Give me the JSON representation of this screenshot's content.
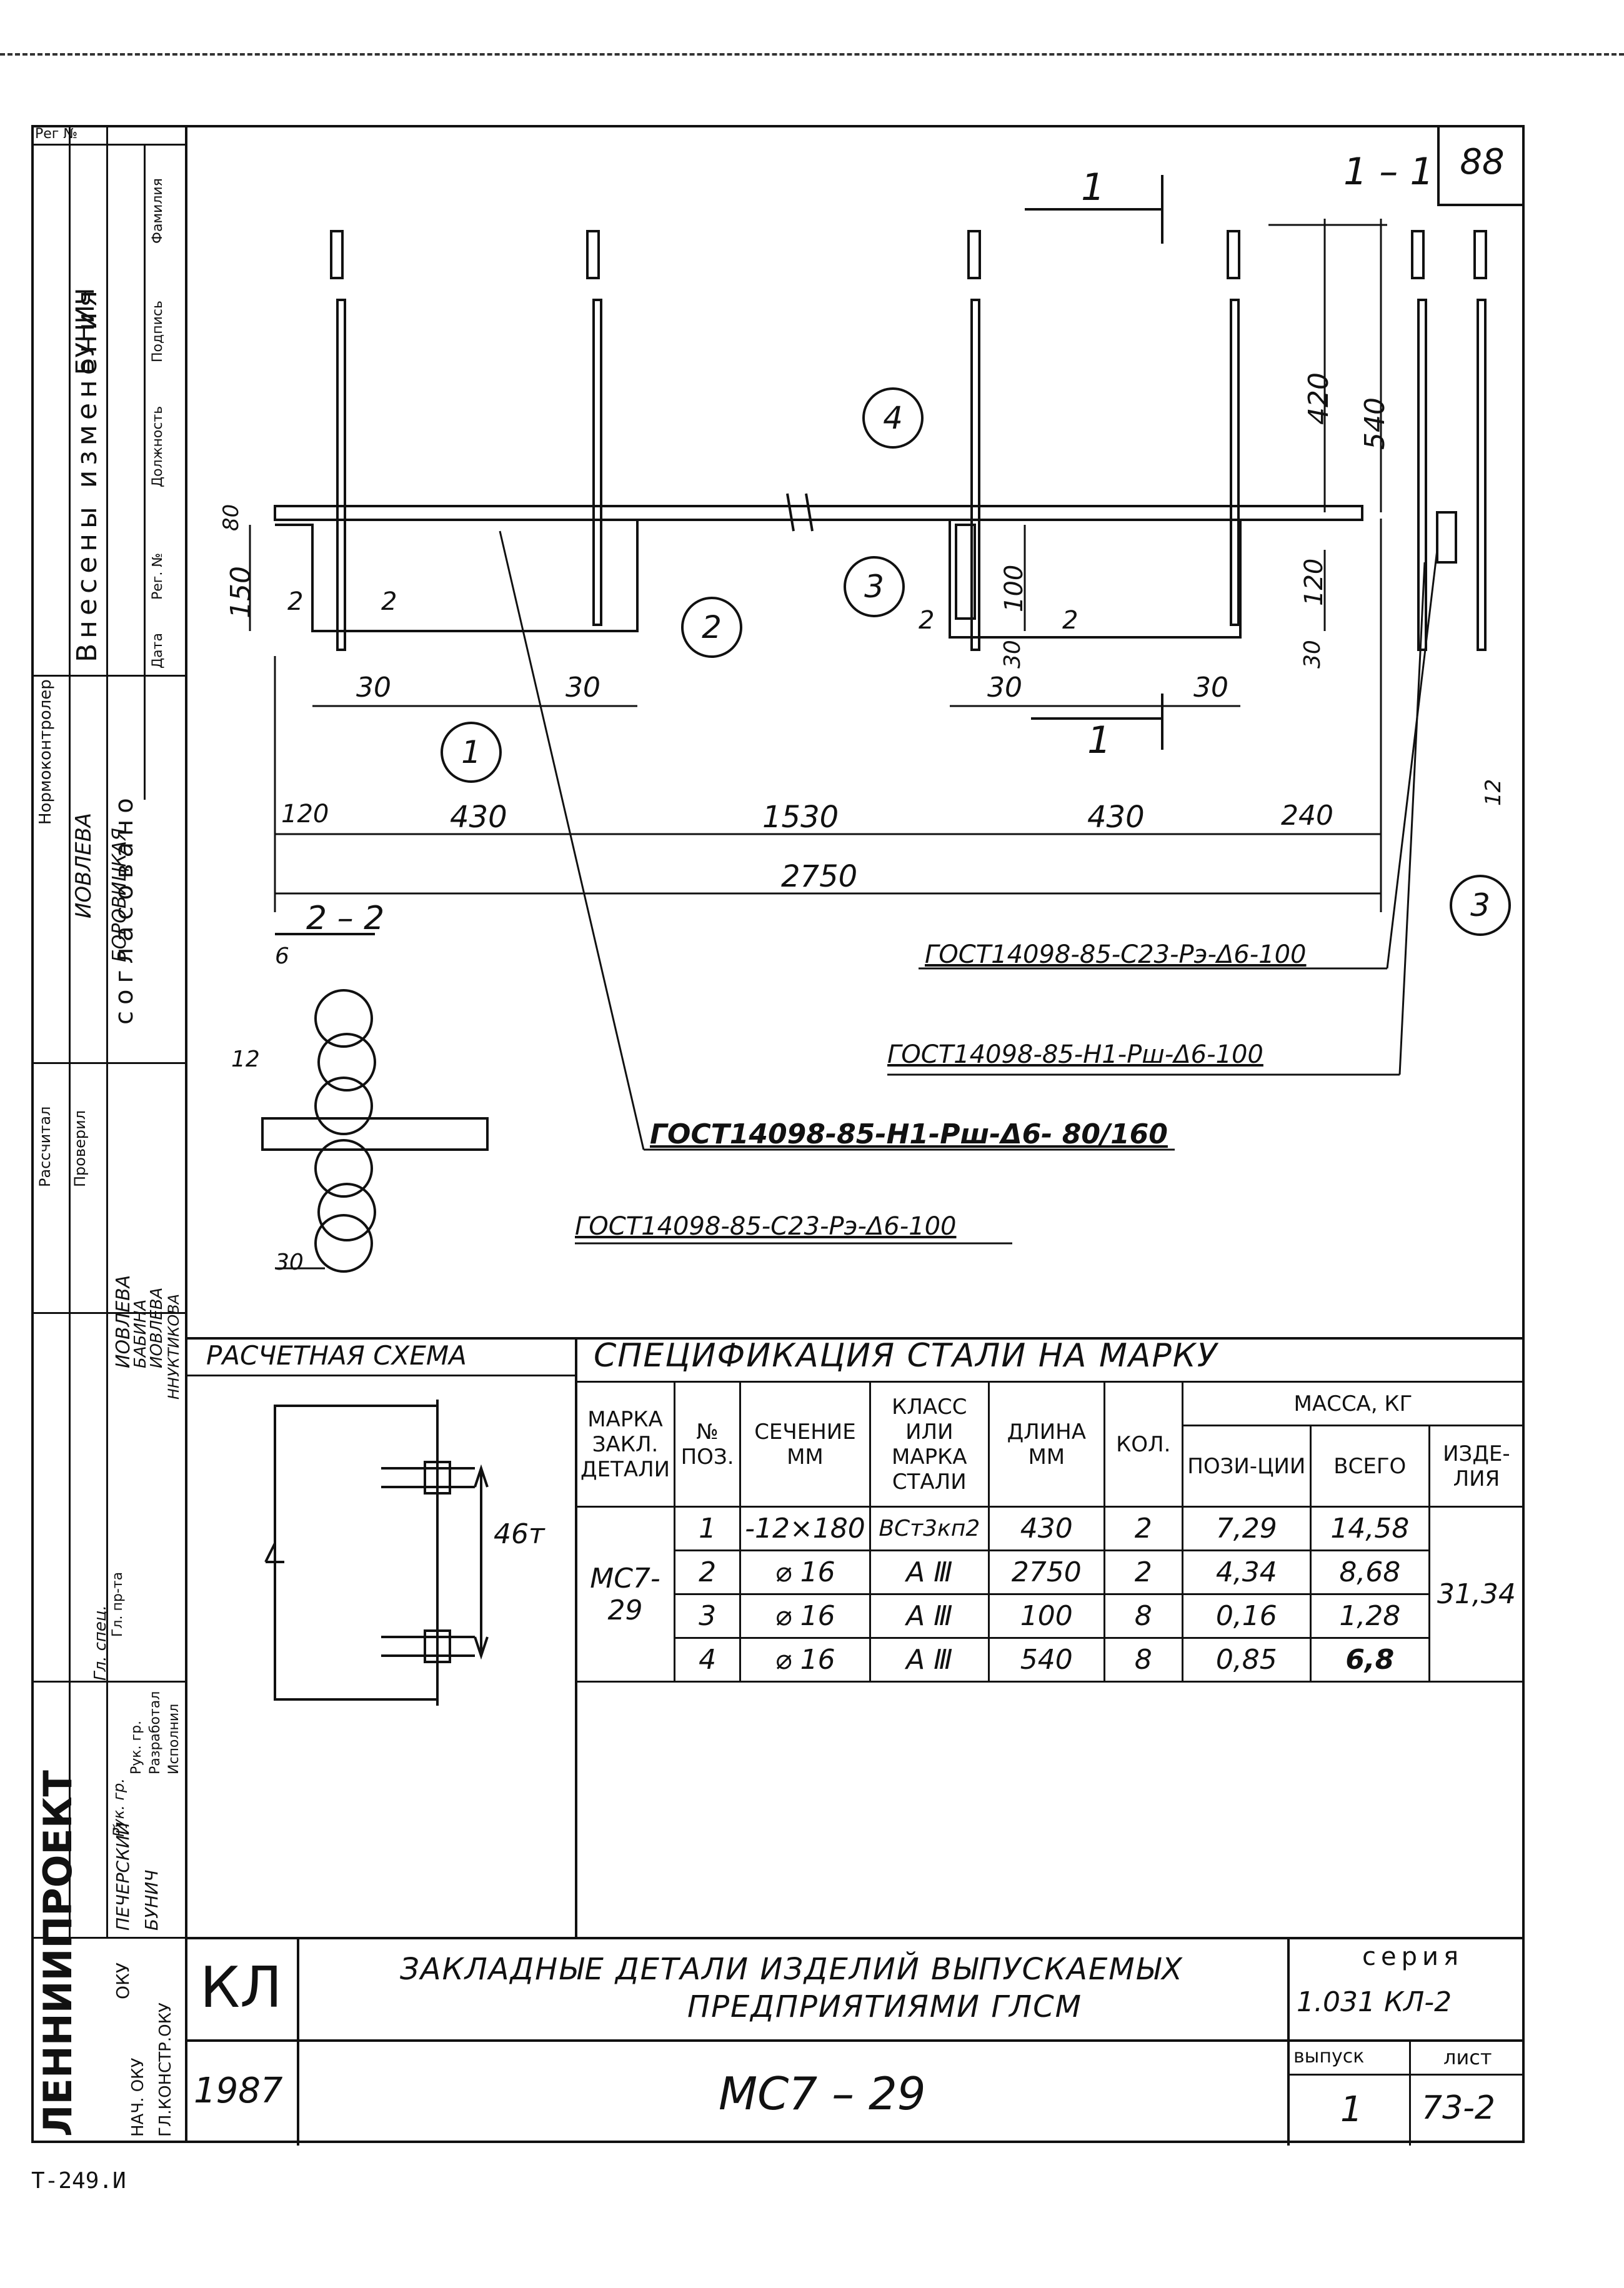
{
  "sheet_number": "88",
  "left_strip": {
    "reg_label": "Рег №",
    "changes_title": "Внесены изменения",
    "changes_cols": [
      "Фамилия",
      "Подпись",
      "Должность",
      "Рег. №",
      "Дата"
    ],
    "changes_name": "БУНИЧ",
    "norm_control": "Нормоконтролер",
    "agreed_title": "согласовано",
    "agreed_names": [
      "ИОВЛЕВА",
      "БОРОВИЦКАЯ"
    ],
    "calc_label": "Рассчитал",
    "check_label": "Проверил",
    "calc_names": [
      "ИОВЛЕВА",
      "БАБИНА",
      "ИОВЛЕВА",
      "ННУКТИКОВА"
    ],
    "role_labels": [
      "Гл. пр-та",
      "Рук. гр.",
      "Разработал",
      "Исполнил"
    ],
    "role_names": [
      "Гл. спец.",
      "Рук. гр."
    ],
    "org": "ЛЕННИИПРОЕКТ",
    "okv_labels": [
      "НАЧ. ОКУ",
      "ГЛ.КОНСТР.ОКУ"
    ],
    "okv_short": "ОКУ",
    "okv_names": [
      "ПЕЧЕРСКИЙ",
      "БУНИЧ"
    ]
  },
  "drawing": {
    "section_11": "1 – 1",
    "section_1_top": "1",
    "section_1_bottom": "1",
    "section_22_label": "2 – 2",
    "section_2_marks": [
      "2",
      "2",
      "2",
      "2"
    ],
    "positions": [
      "1",
      "2",
      "3",
      "4",
      "3"
    ],
    "dims_vertical": [
      "420",
      "540",
      "150",
      "80",
      "100",
      "120",
      "30",
      "30"
    ],
    "dims_30": [
      "30",
      "30",
      "30",
      "30"
    ],
    "dims_horizontal": [
      "120",
      "430",
      "1530",
      "430",
      "240"
    ],
    "dim_total": "2750",
    "dim_12_right": "12",
    "dim_6": "6",
    "dim_12_left": "12",
    "dim_30_section": "30",
    "notes": [
      "ГОСТ14098-85-С23-Рэ-Δ6-100",
      "ГОСТ14098-85-Н1-Рш-Δ6-100",
      "ГОСТ14098-85-Н1-Рш-Δ6- 80/160",
      "ГОСТ14098-85-С23-Рэ-Δ6-100"
    ]
  },
  "scheme": {
    "title": "РАСЧЕТНАЯ СХЕМА",
    "load": "46т"
  },
  "spec": {
    "title": "СПЕЦИФИКАЦИЯ СТАЛИ НА МАРКУ",
    "headers": [
      "МАРКА ЗАКЛ. ДЕТАЛИ",
      "№ ПОЗ.",
      "СЕЧЕНИЕ ММ",
      "КЛАСС ИЛИ МАРКА СТАЛИ",
      "ДЛИНА ММ",
      "КОЛ."
    ],
    "mass_header": "МАССА, КГ",
    "mass_sub": [
      "ПОЗИ-ЦИИ",
      "ВСЕГО",
      "ИЗДЕ-ЛИЯ"
    ],
    "mark": "МС7-29",
    "total": "31,34",
    "rows": [
      {
        "pos": "1",
        "section": "-12×180",
        "steel": "ВСт3кп2",
        "length": "430",
        "qty": "2",
        "mass_pos": "7,29",
        "mass_all": "14,58"
      },
      {
        "pos": "2",
        "section": "⌀ 16",
        "steel": "А Ⅲ",
        "length": "2750",
        "qty": "2",
        "mass_pos": "4,34",
        "mass_all": "8,68"
      },
      {
        "pos": "3",
        "section": "⌀ 16",
        "steel": "А Ⅲ",
        "length": "100",
        "qty": "8",
        "mass_pos": "0,16",
        "mass_all": "1,28"
      },
      {
        "pos": "4",
        "section": "⌀ 16",
        "steel": "А Ⅲ",
        "length": "540",
        "qty": "8",
        "mass_pos": "0,85",
        "mass_all": "6,8"
      }
    ]
  },
  "titleblock": {
    "code": "КЛ",
    "year": "1987",
    "title_line1": "ЗАКЛАДНЫЕ ДЕТАЛИ ИЗДЕЛИЙ ВЫПУСКАЕМЫХ",
    "title_line2": "ПРЕДПРИЯТИЯМИ ГЛСМ",
    "mark": "МС7 – 29",
    "series_label": "серия",
    "series": "1.031 КЛ-2",
    "issue_label": "выпуск",
    "issue": "1",
    "sheet_label": "лист",
    "sheet": "73-2"
  },
  "footer_code": "Т-249.И"
}
